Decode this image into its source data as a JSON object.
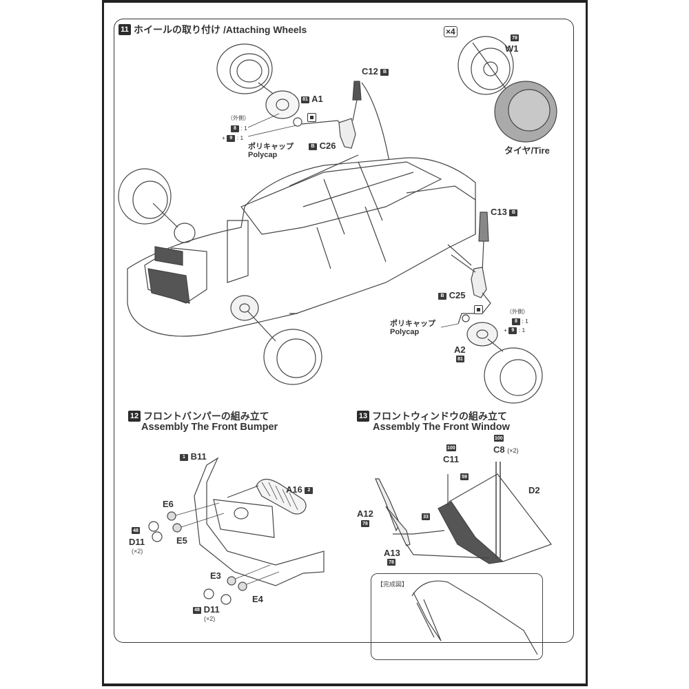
{
  "step11": {
    "number": "11",
    "title_jp": "ホイールの取り付け",
    "title_en": "/Attaching Wheels",
    "quantity_badge": "×4",
    "labels": {
      "w1": "W1",
      "w1_tag": "78",
      "tire": "タイヤ/Tire",
      "a1": "A1",
      "a1_tag": "81",
      "c12": "C12",
      "c12_tag": "B",
      "c26": "C26",
      "c26_tag": "B",
      "c13": "C13",
      "c13_tag": "B",
      "c25": "C25",
      "c25_tag": "B",
      "a2": "A2",
      "a2_tag": "81",
      "polycap_jp": "ポリキャップ",
      "polycap_en": "Polycap",
      "outer_side": "（外側）",
      "ratio_line1_tag": "8",
      "ratio_line1": ": 1",
      "ratio_line2_prefix": "+",
      "ratio_line2_tag": "9",
      "ratio_line2": ": 1"
    },
    "icons": [
      "polycap-box-icon",
      "wheel-icon",
      "tire-icon",
      "shock-absorber-icon",
      "upright-icon",
      "brake-disc-icon",
      "car-chassis-illustration"
    ]
  },
  "step12": {
    "number": "12",
    "title_jp": "フロントバンパーの組み立て",
    "title_en": "Assembly The Front Bumper",
    "labels": {
      "b11": "B11",
      "b11_tag": "1",
      "a16": "A16",
      "a16_tag": "2",
      "e6": "E6",
      "e5": "E5",
      "e3": "E3",
      "e4": "E4",
      "d11_a": "D11",
      "d11_a_tag": "48",
      "d11_a_qty": "(×2)",
      "d11_b": "D11",
      "d11_b_tag": "48",
      "d11_b_qty": "(×2)"
    }
  },
  "step13": {
    "number": "13",
    "title_jp": "フロントウィンドウの組み立て",
    "title_en": "Assembly The Front Window",
    "labels": {
      "c11": "C11",
      "c11_tag": "100",
      "c8": "C8",
      "c8_tag": "100",
      "c8_qty": "(×2)",
      "d2": "D2",
      "tag59": "59",
      "tag33": "33",
      "a12": "A12",
      "a12_tag": "78",
      "a13": "A13",
      "a13_tag": "78",
      "completed": "【完成図】"
    }
  }
}
